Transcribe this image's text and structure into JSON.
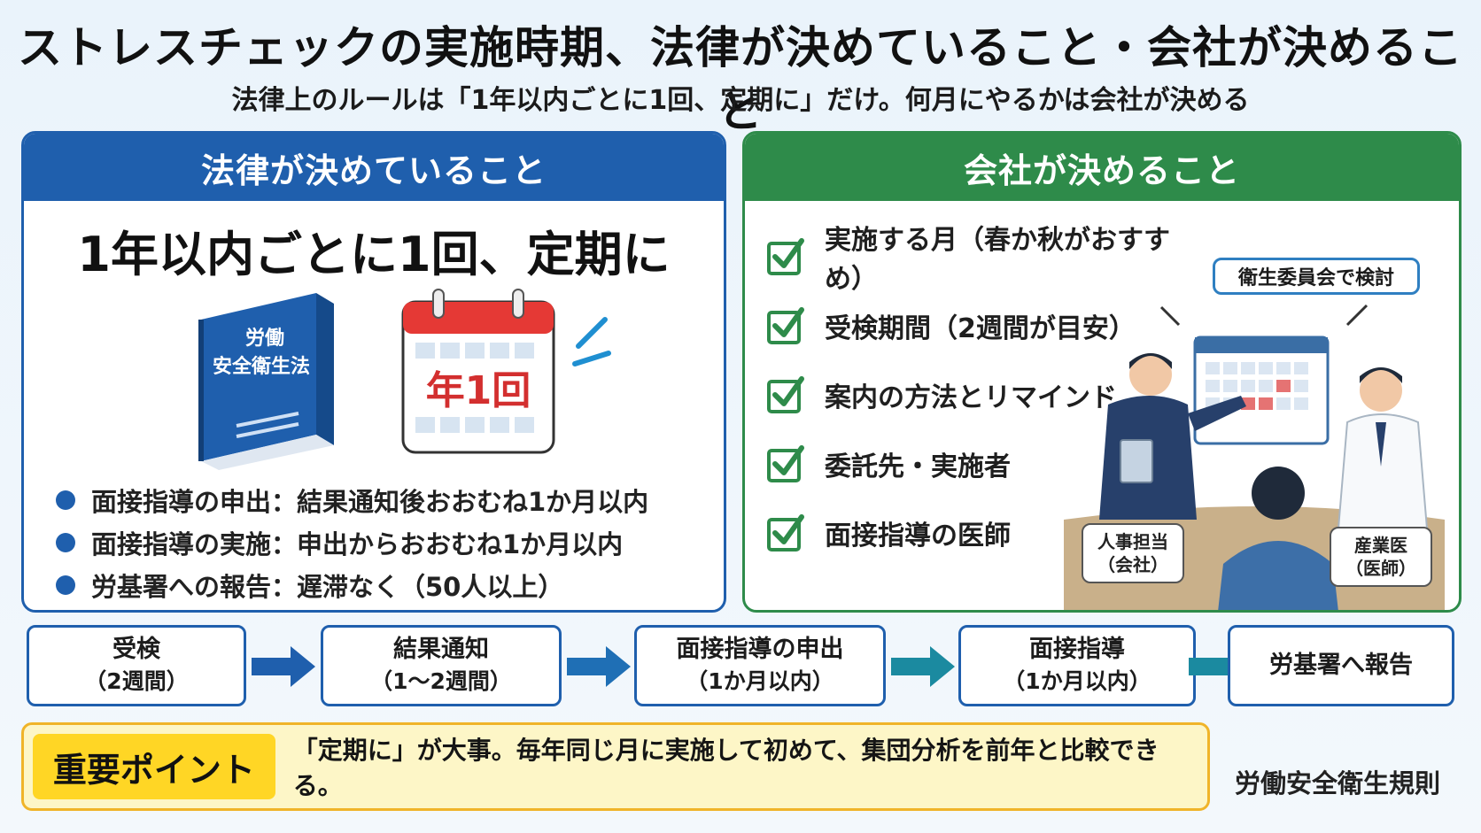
{
  "header": {
    "title": "ストレスチェックの実施時期、法律が決めていること・会社が決めること",
    "subtitle": "法律上のルールは「1年以内ごとに1回、定期に」だけ。何月にやるかは会社が決める"
  },
  "law_panel": {
    "heading": "法律が決めていること",
    "main_rule": "1年以内ごとに1回、定期に",
    "book_title_line1": "労働",
    "book_title_line2": "安全衛生法",
    "calendar_label": "年1回",
    "bullets": [
      "面接指導の申出：結果通知後おおむね1か月以内",
      "面接指導の実施：申出からおおむね1か月以内",
      "労基署への報告：遅滞なく（50人以上）"
    ]
  },
  "company_panel": {
    "heading": "会社が決めること",
    "checklist": [
      "実施する月（春か秋がおすすめ）",
      "受検期間（2週間が目安）",
      "案内の方法とリマインド",
      "委託先・実施者",
      "面接指導の医師"
    ],
    "speech_bubble": "衛生委員会で検討",
    "hr_tag_line1": "人事担当",
    "hr_tag_line2": "（会社）",
    "doctor_tag_line1": "産業医",
    "doctor_tag_line2": "（医師）"
  },
  "flow": {
    "steps": [
      {
        "label": "受検",
        "sub": "（2週間）"
      },
      {
        "label": "結果通知",
        "sub": "（1～2週間）"
      },
      {
        "label": "面接指導の申出",
        "sub": "（1か月以内）"
      },
      {
        "label": "面接指導",
        "sub": "（1か月以内）"
      },
      {
        "label": "労基署へ報告",
        "sub": ""
      }
    ]
  },
  "key_point": {
    "label": "重要ポイント",
    "text": "「定期に」が大事。毎年同じ月に実施して初めて、集団分析を前年と比較できる。"
  },
  "source": "労働安全衛生規則",
  "colors": {
    "law_blue": "#1f5fad",
    "company_green": "#2e8b4a",
    "calendar_red": "#d32f2f",
    "point_yellow": "#ffd625"
  }
}
